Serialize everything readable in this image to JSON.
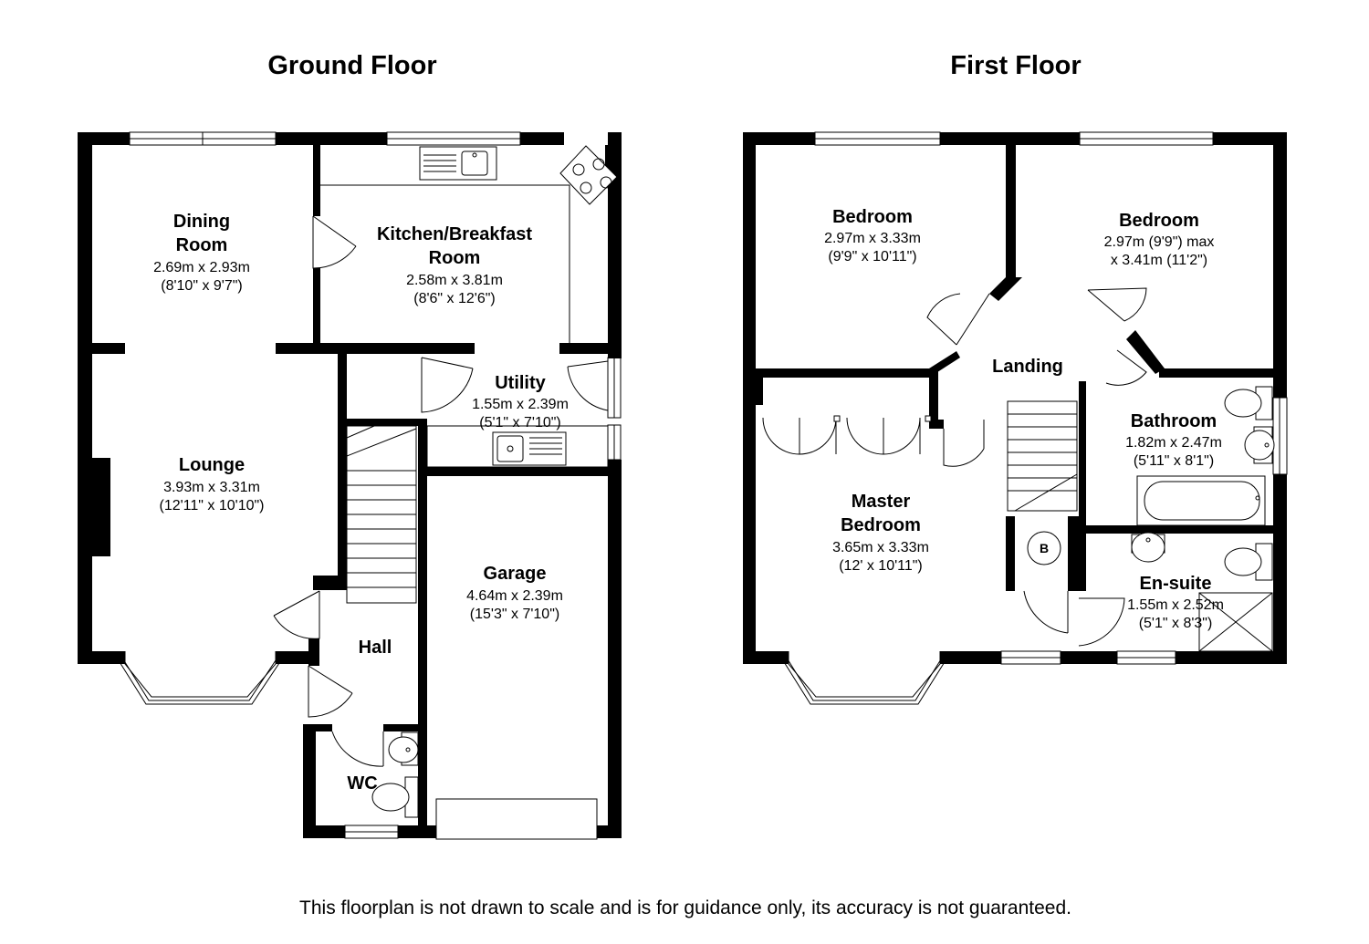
{
  "floors": [
    {
      "title": "Ground Floor"
    },
    {
      "title": "First Floor"
    }
  ],
  "rooms": {
    "dining": {
      "name": [
        "Dining",
        "Room"
      ],
      "dims": [
        "2.69m x 2.93m",
        "(8'10\" x 9'7\")"
      ]
    },
    "kitchen": {
      "name": [
        "Kitchen/Breakfast",
        "Room"
      ],
      "dims": [
        "2.58m x 3.81m",
        "(8'6\" x 12'6\")"
      ]
    },
    "utility": {
      "name": [
        "Utility"
      ],
      "dims": [
        "1.55m x 2.39m",
        "(5'1\" x 7'10\")"
      ]
    },
    "lounge": {
      "name": [
        "Lounge"
      ],
      "dims": [
        "3.93m x 3.31m",
        "(12'11\" x 10'10\")"
      ]
    },
    "garage": {
      "name": [
        "Garage"
      ],
      "dims": [
        "4.64m x 2.39m",
        "(15'3\" x 7'10\")"
      ]
    },
    "hall": {
      "name": [
        "Hall"
      ],
      "dims": []
    },
    "wc": {
      "name": [
        "WC"
      ],
      "dims": []
    },
    "bedroom1": {
      "name": [
        "Bedroom"
      ],
      "dims": [
        "2.97m x 3.33m",
        "(9'9\" x 10'11\")"
      ]
    },
    "bedroom2": {
      "name": [
        "Bedroom"
      ],
      "dims": [
        "2.97m (9'9\") max",
        "x 3.41m (11'2\")"
      ]
    },
    "landing": {
      "name": [
        "Landing"
      ],
      "dims": []
    },
    "bathroom": {
      "name": [
        "Bathroom"
      ],
      "dims": [
        "1.82m x 2.47m",
        "(5'11\" x 8'1\")"
      ]
    },
    "master": {
      "name": [
        "Master",
        "Bedroom"
      ],
      "dims": [
        "3.65m x 3.33m",
        "(12' x 10'11\")"
      ]
    },
    "ensuite": {
      "name": [
        "En-suite"
      ],
      "dims": [
        "1.55m x 2.52m",
        "(5'1\" x 8'3\")"
      ]
    }
  },
  "boiler_label": "B",
  "disclaimer": "This floorplan is not drawn to scale and is for guidance only, its accuracy is not guaranteed."
}
